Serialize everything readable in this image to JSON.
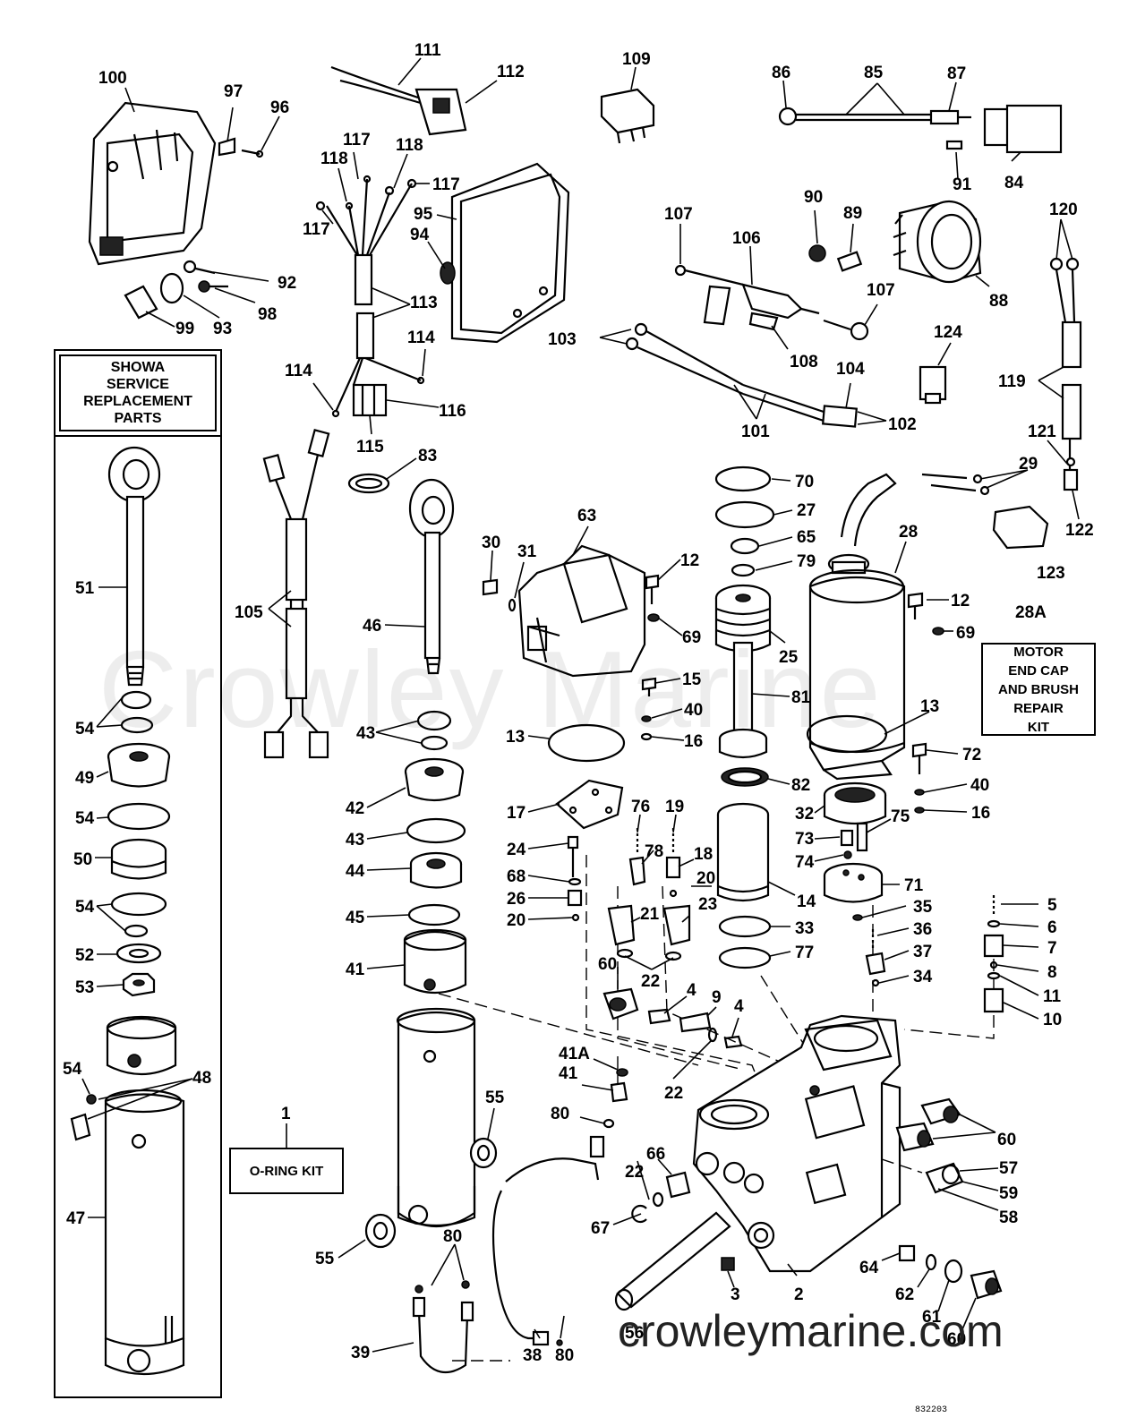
{
  "callouts": [
    {
      "id": "c111",
      "text": "111"
    },
    {
      "id": "c112",
      "text": "112"
    },
    {
      "id": "c109",
      "text": "109"
    },
    {
      "id": "c86",
      "text": "86"
    },
    {
      "id": "c85",
      "text": "85"
    },
    {
      "id": "c87",
      "text": "87"
    },
    {
      "id": "c84",
      "text": "84"
    },
    {
      "id": "c91",
      "text": "91"
    },
    {
      "id": "c100",
      "text": "100"
    },
    {
      "id": "c97",
      "text": "97"
    },
    {
      "id": "c96",
      "text": "96"
    },
    {
      "id": "c117a",
      "text": "117"
    },
    {
      "id": "c118a",
      "text": "118"
    },
    {
      "id": "c118b",
      "text": "118"
    },
    {
      "id": "c117b",
      "text": "117"
    },
    {
      "id": "c117c",
      "text": "117"
    },
    {
      "id": "c95",
      "text": "95"
    },
    {
      "id": "c94",
      "text": "94"
    },
    {
      "id": "c92",
      "text": "92"
    },
    {
      "id": "c98",
      "text": "98"
    },
    {
      "id": "c99",
      "text": "99"
    },
    {
      "id": "c93",
      "text": "93"
    },
    {
      "id": "c113",
      "text": "113"
    },
    {
      "id": "c114a",
      "text": "114"
    },
    {
      "id": "c114b",
      "text": "114"
    },
    {
      "id": "c116",
      "text": "116"
    },
    {
      "id": "c115",
      "text": "115"
    },
    {
      "id": "c107a",
      "text": "107"
    },
    {
      "id": "c106",
      "text": "106"
    },
    {
      "id": "c90",
      "text": "90"
    },
    {
      "id": "c89",
      "text": "89"
    },
    {
      "id": "c88",
      "text": "88"
    },
    {
      "id": "c107b",
      "text": "107"
    },
    {
      "id": "c108",
      "text": "108"
    },
    {
      "id": "c103",
      "text": "103"
    },
    {
      "id": "c104",
      "text": "104"
    },
    {
      "id": "c101",
      "text": "101"
    },
    {
      "id": "c102",
      "text": "102"
    },
    {
      "id": "c124",
      "text": "124"
    },
    {
      "id": "c120",
      "text": "120"
    },
    {
      "id": "c119",
      "text": "119"
    },
    {
      "id": "c121",
      "text": "121"
    },
    {
      "id": "c122",
      "text": "122"
    },
    {
      "id": "c29",
      "text": "29"
    },
    {
      "id": "c123",
      "text": "123"
    },
    {
      "id": "c83",
      "text": "83"
    },
    {
      "id": "c105",
      "text": "105"
    },
    {
      "id": "c51",
      "text": "51"
    },
    {
      "id": "c54a",
      "text": "54"
    },
    {
      "id": "c49",
      "text": "49"
    },
    {
      "id": "c54b",
      "text": "54"
    },
    {
      "id": "c50",
      "text": "50"
    },
    {
      "id": "c54c",
      "text": "54"
    },
    {
      "id": "c52",
      "text": "52"
    },
    {
      "id": "c53",
      "text": "53"
    },
    {
      "id": "c54d",
      "text": "54"
    },
    {
      "id": "c48",
      "text": "48"
    },
    {
      "id": "c47",
      "text": "47"
    },
    {
      "id": "c46",
      "text": "46"
    },
    {
      "id": "c43a",
      "text": "43"
    },
    {
      "id": "c42",
      "text": "42"
    },
    {
      "id": "c43b",
      "text": "43"
    },
    {
      "id": "c44",
      "text": "44"
    },
    {
      "id": "c45",
      "text": "45"
    },
    {
      "id": "c41",
      "text": "41"
    },
    {
      "id": "c1",
      "text": "1"
    },
    {
      "id": "c55a",
      "text": "55"
    },
    {
      "id": "c55b",
      "text": "55"
    },
    {
      "id": "c39",
      "text": "39"
    },
    {
      "id": "c80a",
      "text": "80"
    },
    {
      "id": "c38",
      "text": "38"
    },
    {
      "id": "c80b",
      "text": "80"
    },
    {
      "id": "c30",
      "text": "30"
    },
    {
      "id": "c31",
      "text": "31"
    },
    {
      "id": "c63",
      "text": "63"
    },
    {
      "id": "c12a",
      "text": "12"
    },
    {
      "id": "c69a",
      "text": "69"
    },
    {
      "id": "c15",
      "text": "15"
    },
    {
      "id": "c40a",
      "text": "40"
    },
    {
      "id": "c16a",
      "text": "16"
    },
    {
      "id": "c13a",
      "text": "13"
    },
    {
      "id": "c17",
      "text": "17"
    },
    {
      "id": "c76",
      "text": "76"
    },
    {
      "id": "c19",
      "text": "19"
    },
    {
      "id": "c24",
      "text": "24"
    },
    {
      "id": "c78",
      "text": "78"
    },
    {
      "id": "c18",
      "text": "18"
    },
    {
      "id": "c68",
      "text": "68"
    },
    {
      "id": "c20a",
      "text": "20"
    },
    {
      "id": "c26",
      "text": "26"
    },
    {
      "id": "c20b",
      "text": "20"
    },
    {
      "id": "c21",
      "text": "21"
    },
    {
      "id": "c23",
      "text": "23"
    },
    {
      "id": "c60a",
      "text": "60"
    },
    {
      "id": "c22a",
      "text": "22"
    },
    {
      "id": "c4a",
      "text": "4"
    },
    {
      "id": "c9",
      "text": "9"
    },
    {
      "id": "c4b",
      "text": "4"
    },
    {
      "id": "c22b",
      "text": "22"
    },
    {
      "id": "c41A",
      "text": "41A"
    },
    {
      "id": "c41b",
      "text": "41"
    },
    {
      "id": "c80c",
      "text": "80"
    },
    {
      "id": "c22c",
      "text": "22"
    },
    {
      "id": "c66",
      "text": "66"
    },
    {
      "id": "c67",
      "text": "67"
    },
    {
      "id": "c56",
      "text": "56"
    },
    {
      "id": "c3",
      "text": "3"
    },
    {
      "id": "c2",
      "text": "2"
    },
    {
      "id": "c70",
      "text": "70"
    },
    {
      "id": "c27",
      "text": "27"
    },
    {
      "id": "c65",
      "text": "65"
    },
    {
      "id": "c79",
      "text": "79"
    },
    {
      "id": "c25",
      "text": "25"
    },
    {
      "id": "c81",
      "text": "81"
    },
    {
      "id": "c82",
      "text": "82"
    },
    {
      "id": "c14",
      "text": "14"
    },
    {
      "id": "c33",
      "text": "33"
    },
    {
      "id": "c77",
      "text": "77"
    },
    {
      "id": "c28",
      "text": "28"
    },
    {
      "id": "c12b",
      "text": "12"
    },
    {
      "id": "c69b",
      "text": "69"
    },
    {
      "id": "c28A",
      "text": "28A"
    },
    {
      "id": "c13b",
      "text": "13"
    },
    {
      "id": "c72",
      "text": "72"
    },
    {
      "id": "c40b",
      "text": "40"
    },
    {
      "id": "c32",
      "text": "32"
    },
    {
      "id": "c16b",
      "text": "16"
    },
    {
      "id": "c75",
      "text": "75"
    },
    {
      "id": "c73",
      "text": "73"
    },
    {
      "id": "c74",
      "text": "74"
    },
    {
      "id": "c71",
      "text": "71"
    },
    {
      "id": "c35",
      "text": "35"
    },
    {
      "id": "c36",
      "text": "36"
    },
    {
      "id": "c37",
      "text": "37"
    },
    {
      "id": "c34",
      "text": "34"
    },
    {
      "id": "c5",
      "text": "5"
    },
    {
      "id": "c6",
      "text": "6"
    },
    {
      "id": "c7",
      "text": "7"
    },
    {
      "id": "c8",
      "text": "8"
    },
    {
      "id": "c11",
      "text": "11"
    },
    {
      "id": "c10",
      "text": "10"
    },
    {
      "id": "c60b",
      "text": "60"
    },
    {
      "id": "c57",
      "text": "57"
    },
    {
      "id": "c59",
      "text": "59"
    },
    {
      "id": "c58",
      "text": "58"
    },
    {
      "id": "c64",
      "text": "64"
    },
    {
      "id": "c62",
      "text": "62"
    },
    {
      "id": "c61",
      "text": "61"
    },
    {
      "id": "c60c",
      "text": "60"
    }
  ],
  "boxes": {
    "showa": {
      "line1": "SHOWA",
      "line2": "SERVICE",
      "line3": "REPLACEMENT",
      "line4": "PARTS"
    },
    "oring_kit": "O-RING KIT",
    "motor_kit": {
      "line1": "MOTOR",
      "line2": "END CAP",
      "line3": "AND BRUSH",
      "line4": "REPAIR",
      "line5": "KIT"
    }
  },
  "watermark": "Crowley Marine",
  "website": "crowleymarine.com",
  "drawing_code": "832203"
}
